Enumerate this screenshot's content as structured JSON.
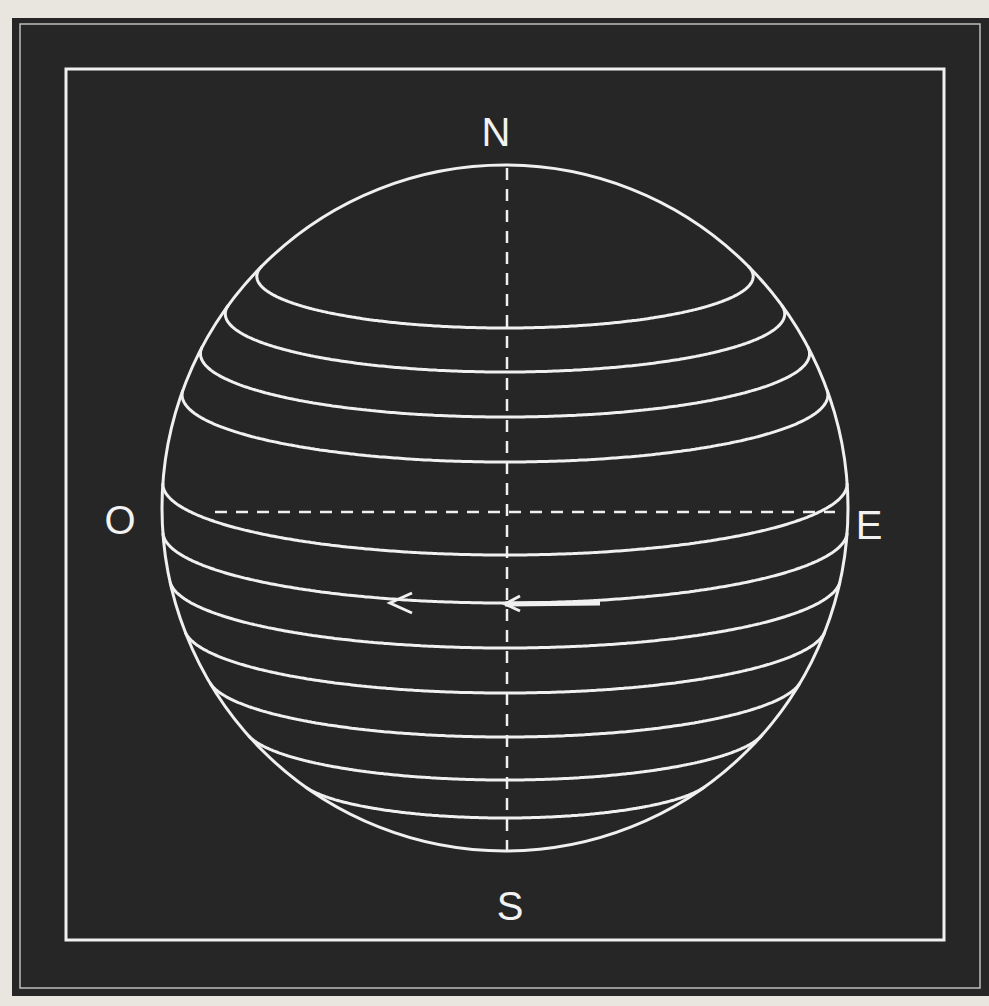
{
  "diagram": {
    "labels": [
      "N",
      "O",
      "E",
      "S"
    ]
  }
}
